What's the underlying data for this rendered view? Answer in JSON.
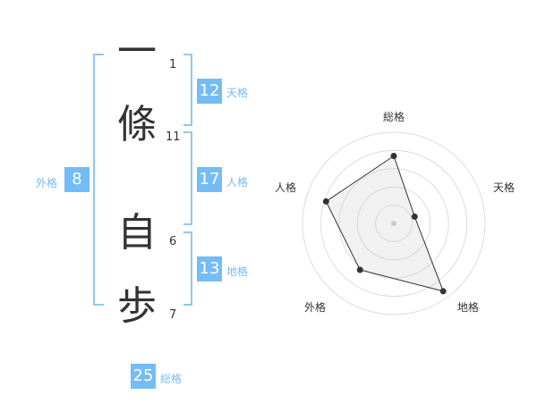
{
  "name": {
    "chars": [
      {
        "char": "一",
        "strokes": "1"
      },
      {
        "char": "條",
        "strokes": "11"
      },
      {
        "char": "自",
        "strokes": "6"
      },
      {
        "char": "歩",
        "strokes": "7"
      }
    ]
  },
  "kaku": {
    "tenkaku": {
      "value": "12",
      "label": "天格"
    },
    "jinkaku": {
      "value": "17",
      "label": "人格"
    },
    "chikaku": {
      "value": "13",
      "label": "地格"
    },
    "gaikaku": {
      "value": "8",
      "label": "外格"
    },
    "soukaku": {
      "value": "25",
      "label": "総格"
    }
  },
  "colors": {
    "accent": "#74bcf5",
    "bracket": "#8fc8f3",
    "text": "#333333"
  },
  "chart_data": {
    "type": "radar",
    "axes": [
      "総格",
      "天格",
      "地格",
      "外格",
      "人格"
    ],
    "rings": 5,
    "values": [
      0.74,
      0.24,
      0.92,
      0.63,
      0.78
    ]
  }
}
